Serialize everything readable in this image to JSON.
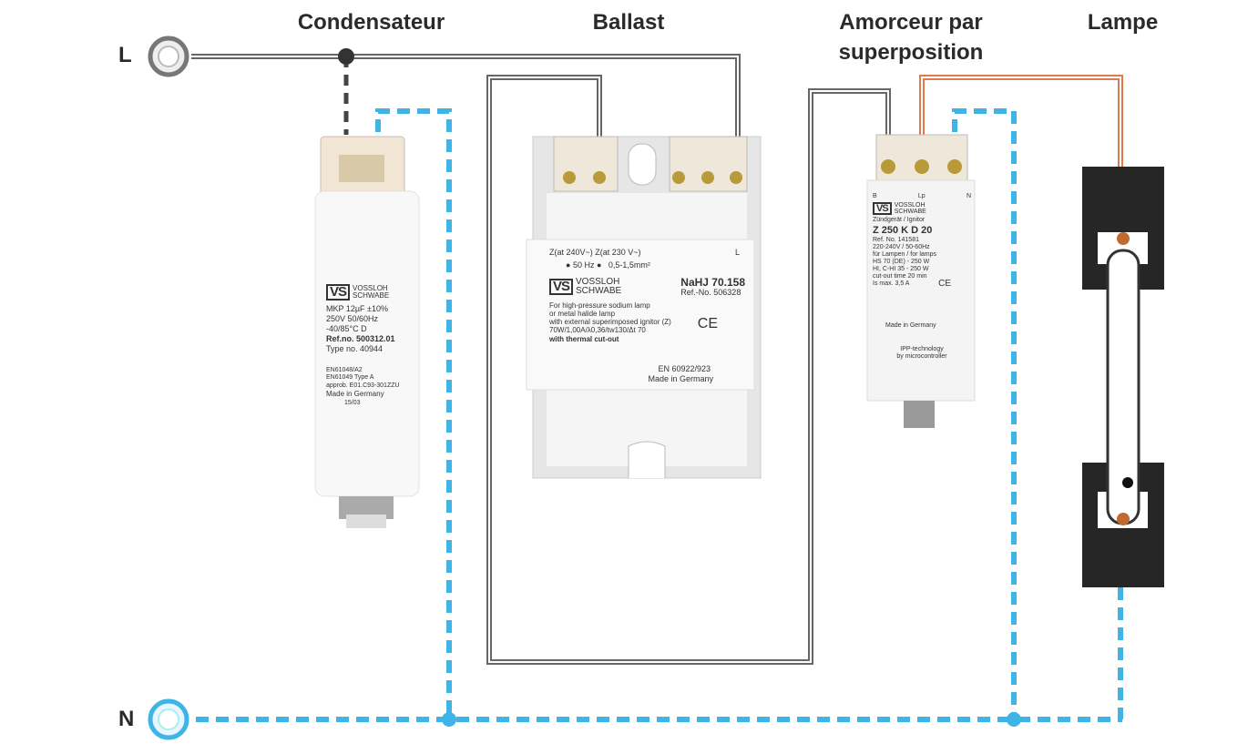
{
  "titles": {
    "capacitor": "Condensateur",
    "ballast": "Ballast",
    "ignitor_line1": "Amorceur par",
    "ignitor_line2": "superposition",
    "lamp": "Lampe"
  },
  "terminals": {
    "live": "L",
    "neutral": "N"
  },
  "capacitor": {
    "brand1": "VOSSLOH",
    "brand2": "SCHWABE",
    "lines": [
      "MKP 12µF ±10%",
      "250V 50/60Hz",
      "-40/85°C D",
      "Ref.no. 500312.01",
      "Type no. 40944",
      "EN61048/A2",
      "EN61049   Type A",
      "approb. E01.C93-301ZZU",
      "Made in Germany",
      "15/03"
    ]
  },
  "ballast": {
    "top1": "Z(at 240V~) Z(at 230 V~)",
    "top_l": "L",
    "top2": "50 Hz",
    "top3": "0,5-1,5mm²",
    "brand1": "VOSSLOH",
    "brand2": "SCHWABE",
    "model": "NaHJ 70.158",
    "ref": "Ref.-No. 506328",
    "desc": [
      "For high-pressure sodium lamp",
      "or metal halide lamp",
      "with external superimposed ignitor (Z)",
      "70W/1,00A/λ0,36/tw130/Δt 70"
    ],
    "thermal": "with thermal cut-out",
    "ce": "CE",
    "norm": "EN 60922/923",
    "made": "Made in Germany"
  },
  "ignitor": {
    "pins": [
      "B",
      "Lp",
      "N"
    ],
    "brand1": "VOSSLOH",
    "brand2": "SCHWABE",
    "type": "Zündgerät / Ignitor",
    "model": "Z 250 K D 20",
    "lines": [
      "Ref. No. 141581",
      "220-240V / 50-60Hz",
      "für Lampen / for lamps",
      "HS       70 (DE) - 250 W",
      "HI, C-HI    35 - 250 W",
      "cut-out time  20 min",
      "Is max. 3,5 A"
    ],
    "ce": "CE",
    "made": "Made in Germany",
    "tech1": "IPP-technology",
    "tech2": "by microcontroller"
  },
  "colors": {
    "wire": "#555555",
    "neutral": "#3fb4e6",
    "lamp_wire": "#e07a4a"
  }
}
